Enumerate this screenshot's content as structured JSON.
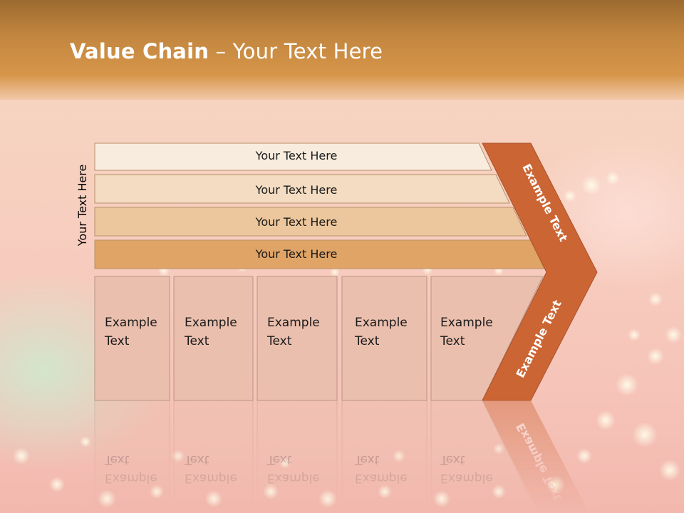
{
  "title": {
    "bold": "Value Chain",
    "dash": " – ",
    "rest": "Your Text Here"
  },
  "side_label": "Your Text Here",
  "rows": [
    {
      "label": "Your Text Here",
      "fill": "#f8ecdf"
    },
    {
      "label": "Your Text Here",
      "fill": "#f3dcc2"
    },
    {
      "label": "Your Text Here",
      "fill": "#ecc69c"
    },
    {
      "label": "Your Text Here",
      "fill": "#e0a466"
    }
  ],
  "columns": [
    {
      "line1": "Example",
      "line2": "Text"
    },
    {
      "line1": "Example",
      "line2": "Text"
    },
    {
      "line1": "Example",
      "line2": "Text"
    },
    {
      "line1": "Example",
      "line2": "Text"
    },
    {
      "line1": "Example",
      "line2": "Text"
    }
  ],
  "chevron": {
    "top_text": "Example Text",
    "bottom_text": "Example Text",
    "fill": "#cc6534"
  },
  "colors": {
    "column_fill": "#ebbfae",
    "column_stroke": "#b99584",
    "row_stroke": "#b9906a",
    "text": "#1a1a1a"
  }
}
